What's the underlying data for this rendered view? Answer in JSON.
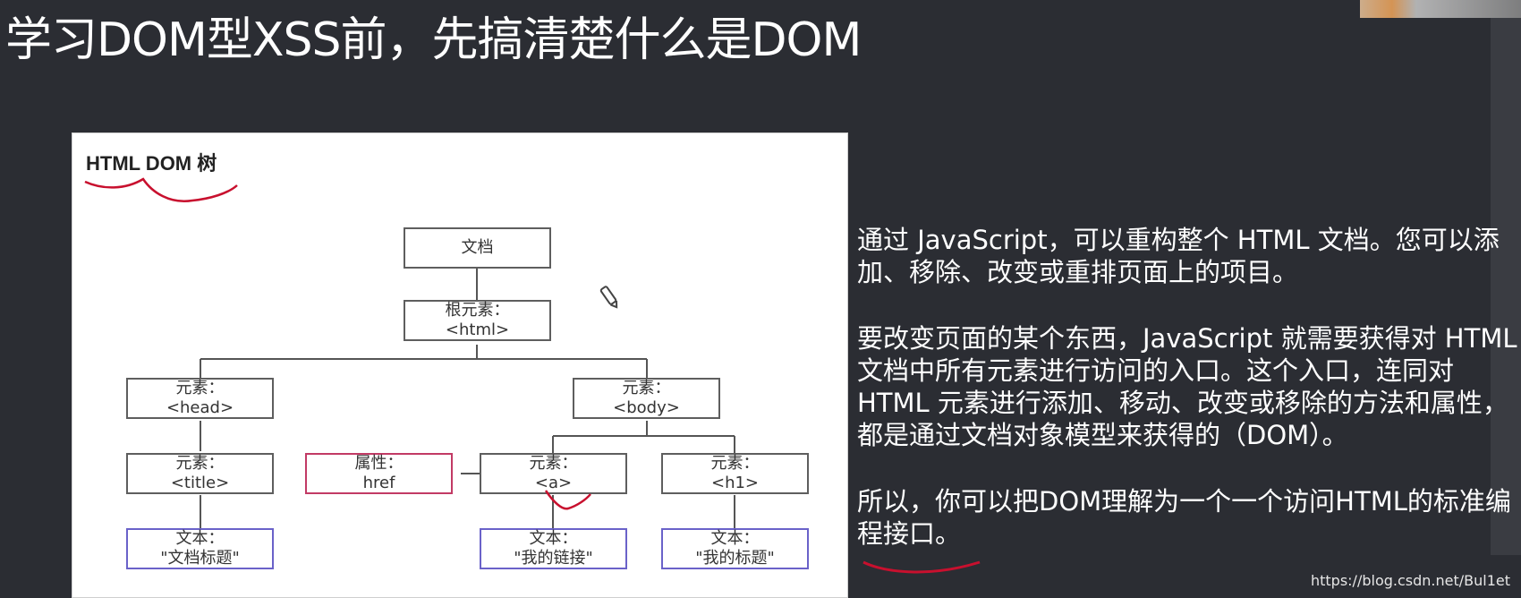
{
  "title": "学习DOM型XSS前，先搞清楚什么是DOM",
  "slide": {
    "heading": "HTML DOM 树",
    "nodes": {
      "doc": "文档",
      "root_label": "根元素：",
      "root_tag": "<html>",
      "head_label": "元素：",
      "head_tag": "<head>",
      "body_label": "元素：",
      "body_tag": "<body>",
      "title_label": "元素：",
      "title_tag": "<title>",
      "attr_label": "属性：",
      "attr_tag": "href",
      "a_label": "元素：",
      "a_tag": "<a>",
      "h1_label": "元素：",
      "h1_tag": "<h1>",
      "text1_label": "文本：",
      "text1_value": "\"文档标题\"",
      "text2_label": "文本：",
      "text2_value": "\"我的链接\"",
      "text3_label": "文本：",
      "text3_value": "\"我的标题\""
    }
  },
  "paragraphs": [
    "通过 JavaScript，可以重构整个 HTML 文档。您可以添加、移除、改变或重排页面上的项目。",
    "要改变页面的某个东西，JavaScript 就需要获得对 HTML 文档中所有元素进行访问的入口。这个入口，连同对 HTML 元素进行添加、移动、改变或移除的方法和属性，都是通过文档对象模型来获得的（DOM）。",
    "所以，你可以把DOM理解为一个一个访问HTML的标准编程接口。"
  ],
  "watermark": "https://blog.csdn.net/Bul1et",
  "colors": {
    "background": "#2b2d33",
    "attr_border": "#c23a65",
    "text_border": "#6a62c9",
    "annotation_ink": "#c8102e"
  }
}
